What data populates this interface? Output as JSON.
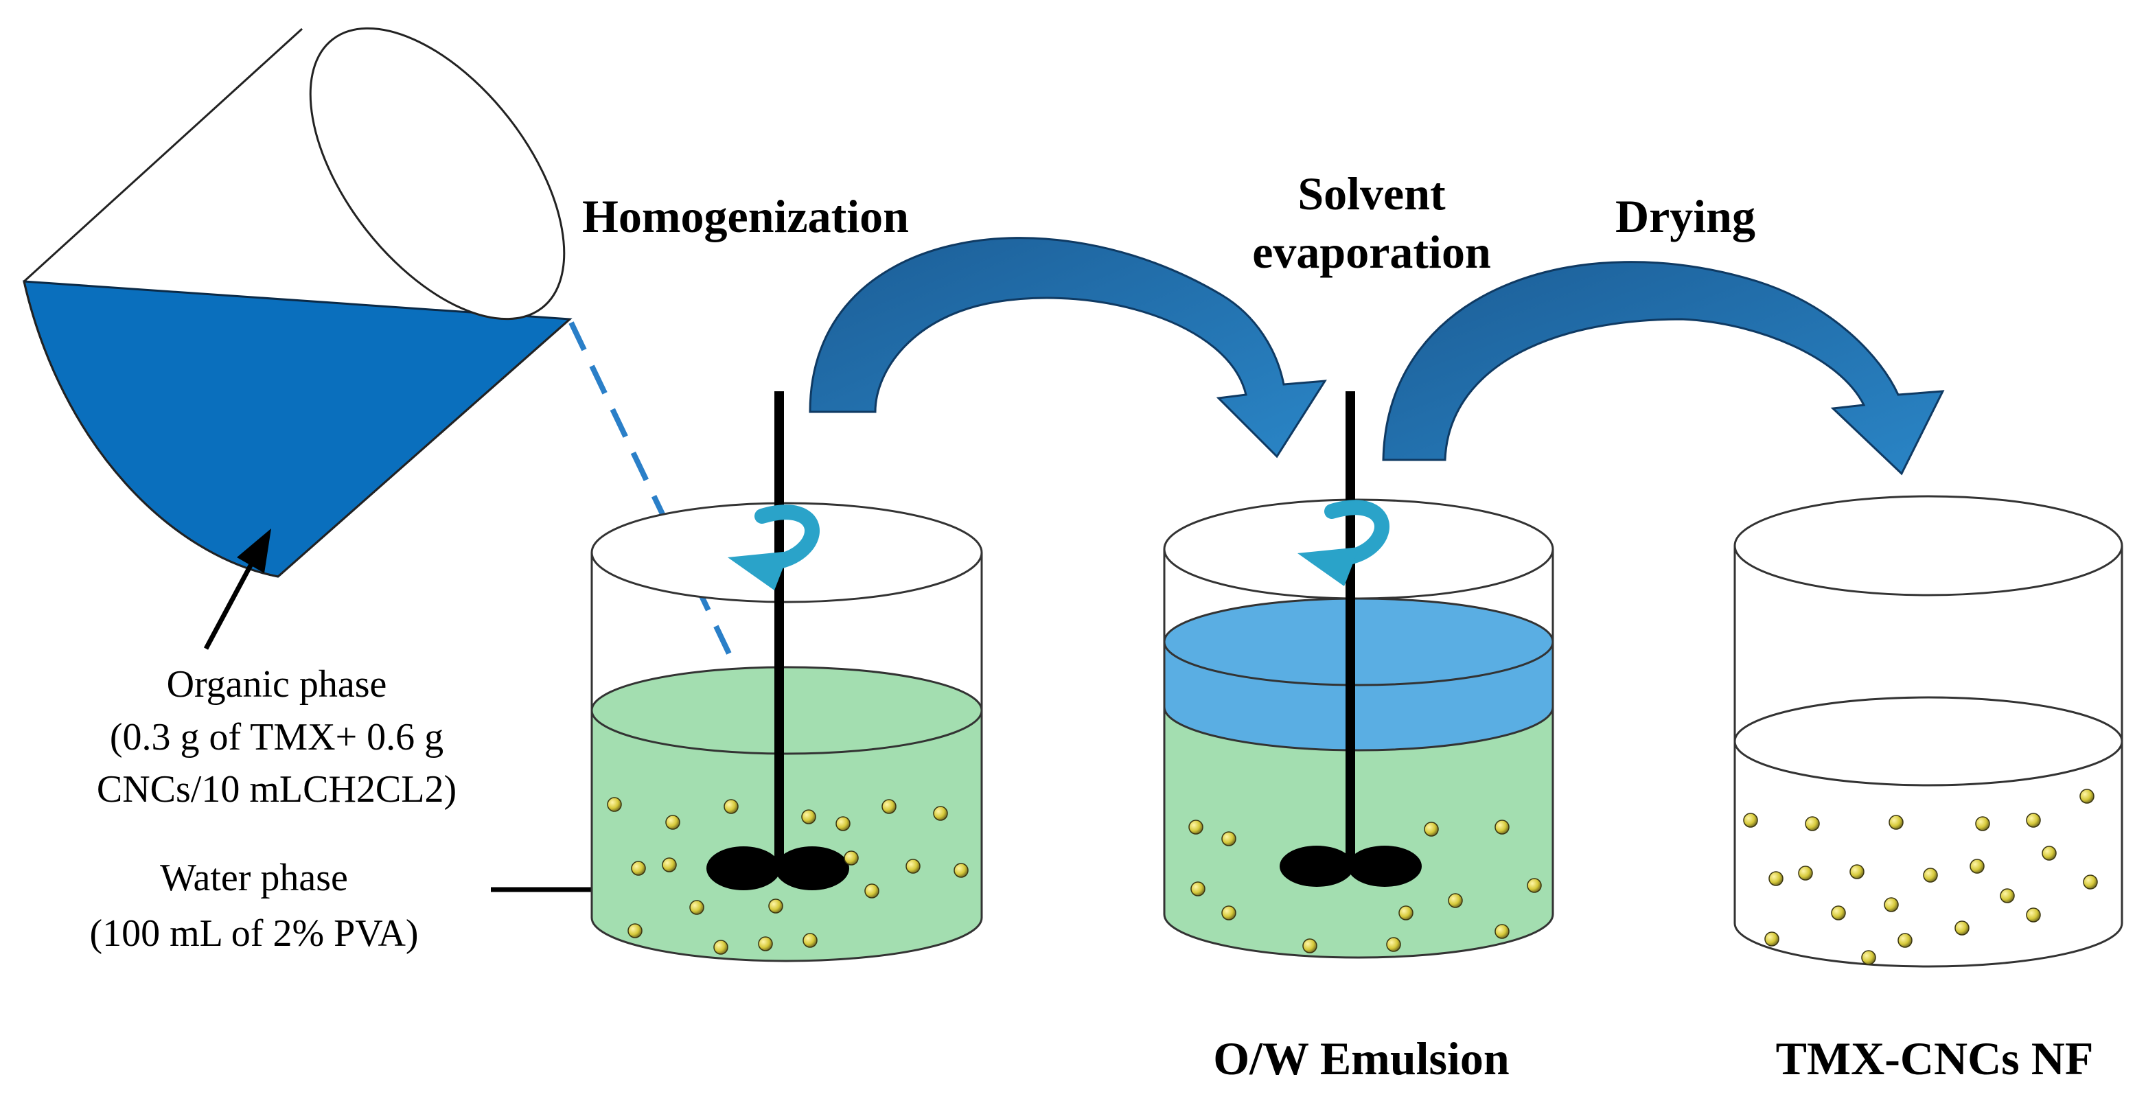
{
  "labels": {
    "homogenization": "Homogenization",
    "solvent_line1": "Solvent",
    "solvent_line2": "evaporation",
    "drying": "Drying",
    "organic_line1": "Organic phase",
    "organic_line2": "(0.3 g of TMX+ 0.6 g",
    "organic_line3": "CNCs/10 mLCH2CL2)",
    "water_line1": "Water phase",
    "water_line2": "(100 mL of  2% PVA)",
    "emulsion": "O/W Emulsion",
    "product": "TMX-CNCs NF"
  },
  "colors": {
    "organic_liquid": "#0a6fbd",
    "water_phase": "#a3deb0",
    "organic_layer": "#5aaee3",
    "arrow": "#2270b0",
    "stir_arrow": "#2aa3c9",
    "pour_line": "#2a7fc8",
    "particle": "#d6c93a"
  }
}
